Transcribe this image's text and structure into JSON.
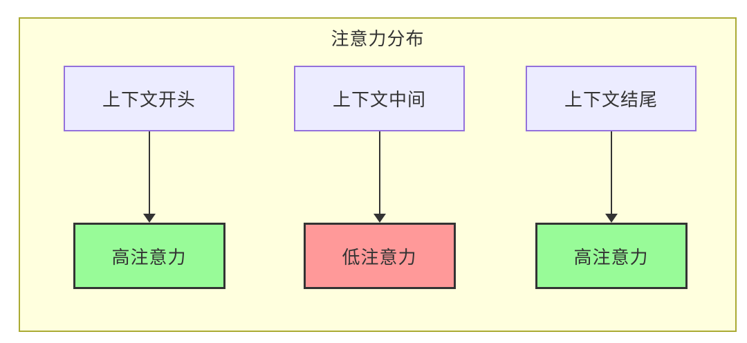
{
  "diagram": {
    "title": "注意力分布",
    "columns": [
      {
        "source": {
          "label": "上下文开头"
        },
        "target": {
          "label": "高注意力",
          "level": "high"
        }
      },
      {
        "source": {
          "label": "上下文中间"
        },
        "target": {
          "label": "低注意力",
          "level": "low"
        }
      },
      {
        "source": {
          "label": "上下文结尾"
        },
        "target": {
          "label": "高注意力",
          "level": "high"
        }
      }
    ],
    "colors": {
      "container_bg": "#FFFFDE",
      "container_border": "#AAAA33",
      "source_bg": "#ECECFF",
      "source_border": "#9370DB",
      "high_attention_bg": "#98FB98",
      "low_attention_bg": "#FF9999",
      "target_border": "#333333",
      "arrow": "#333333",
      "text": "#333333"
    }
  }
}
